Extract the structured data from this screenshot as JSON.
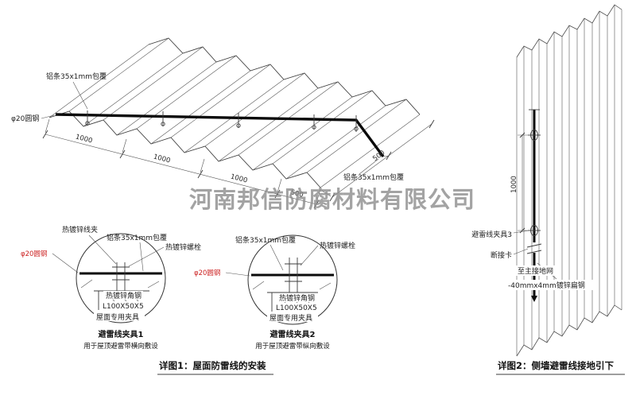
{
  "watermark": "河南邦信防腐材料有限公司",
  "colors": {
    "line": "#3c3c3c",
    "conductor": "#0a0a0a",
    "red_label": "#cc2222",
    "watermark": "#8d8d8d"
  },
  "roof": {
    "alu_top": "铝条35x1mm包覆",
    "round_steel": "φ20圆钢",
    "alu_right": "铝条35x1mm包覆",
    "dims": [
      "1000",
      "1000",
      "1000",
      "500"
    ],
    "dim_side": "500"
  },
  "detail1": {
    "wire_clamp": "热镀锌线夹",
    "alu": "铝条35x1mm包覆",
    "bolt": "热镀锌螺栓",
    "round_steel": "φ20圆钢",
    "angle_steel": "热镀锌角钢",
    "angle_spec": "L100X50X5",
    "roof_clamp": "屋面专用夹具",
    "title": "避雷线夹具1",
    "subtitle": "用于屋顶避雷带横向敷设"
  },
  "detail2": {
    "alu": "铝条35x1mm包覆",
    "bolt": "热镀锌螺栓",
    "round_steel": "φ20圆钢",
    "angle_steel": "热镀锌角钢",
    "angle_spec": "L100X50X5",
    "roof_clamp": "屋面专用夹具",
    "title": "避雷线夹具2",
    "subtitle": "用于屋顶避雷带纵向敷设"
  },
  "captions": {
    "detail1": "详图1：屋面防雷线的安装",
    "detail2": "详图2：侧墙避雷线接地引下"
  },
  "wall": {
    "dim": "1000",
    "clamp3": "避雷线夹具3",
    "disconnect": "断接卡",
    "to_ground": "至主接地网",
    "flat_steel": "-40mmx4mm镀锌扁钢"
  }
}
